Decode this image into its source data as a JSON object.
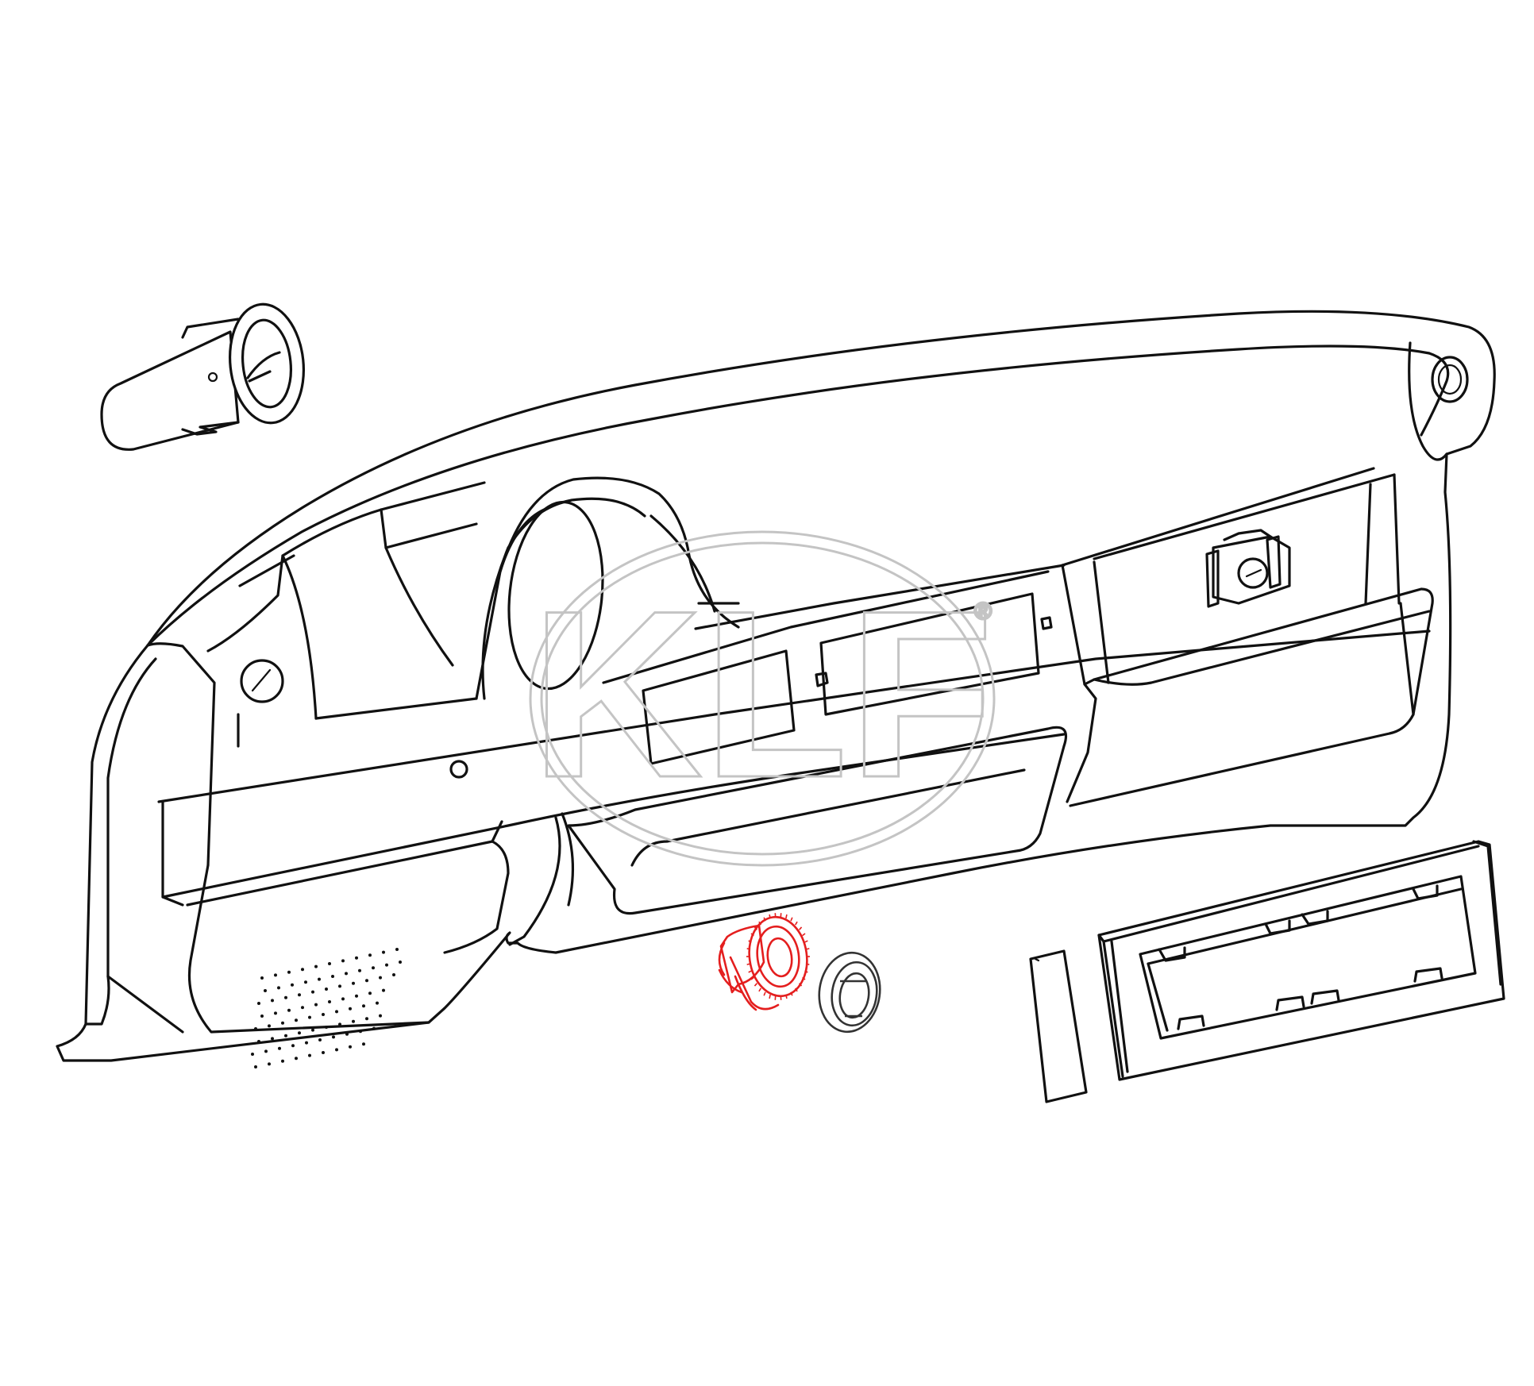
{
  "watermark": {
    "logo_text": "KLF",
    "registered_mark": "®",
    "color": "#c4c4c4"
  },
  "highlight": {
    "part": "knob-bezel",
    "color": "#e41e1e"
  },
  "parts": [
    {
      "id": "dashboard",
      "icon": "dashboard-icon"
    },
    {
      "id": "air-vent-outlet",
      "icon": "vent-icon"
    },
    {
      "id": "glovebox-lock",
      "icon": "lock-icon"
    },
    {
      "id": "knob-bezel",
      "icon": "knob-icon"
    },
    {
      "id": "knob-washer",
      "icon": "washer-icon"
    },
    {
      "id": "radio-frame",
      "icon": "frame-icon"
    },
    {
      "id": "radio-blank-plate",
      "icon": "plate-icon"
    }
  ]
}
